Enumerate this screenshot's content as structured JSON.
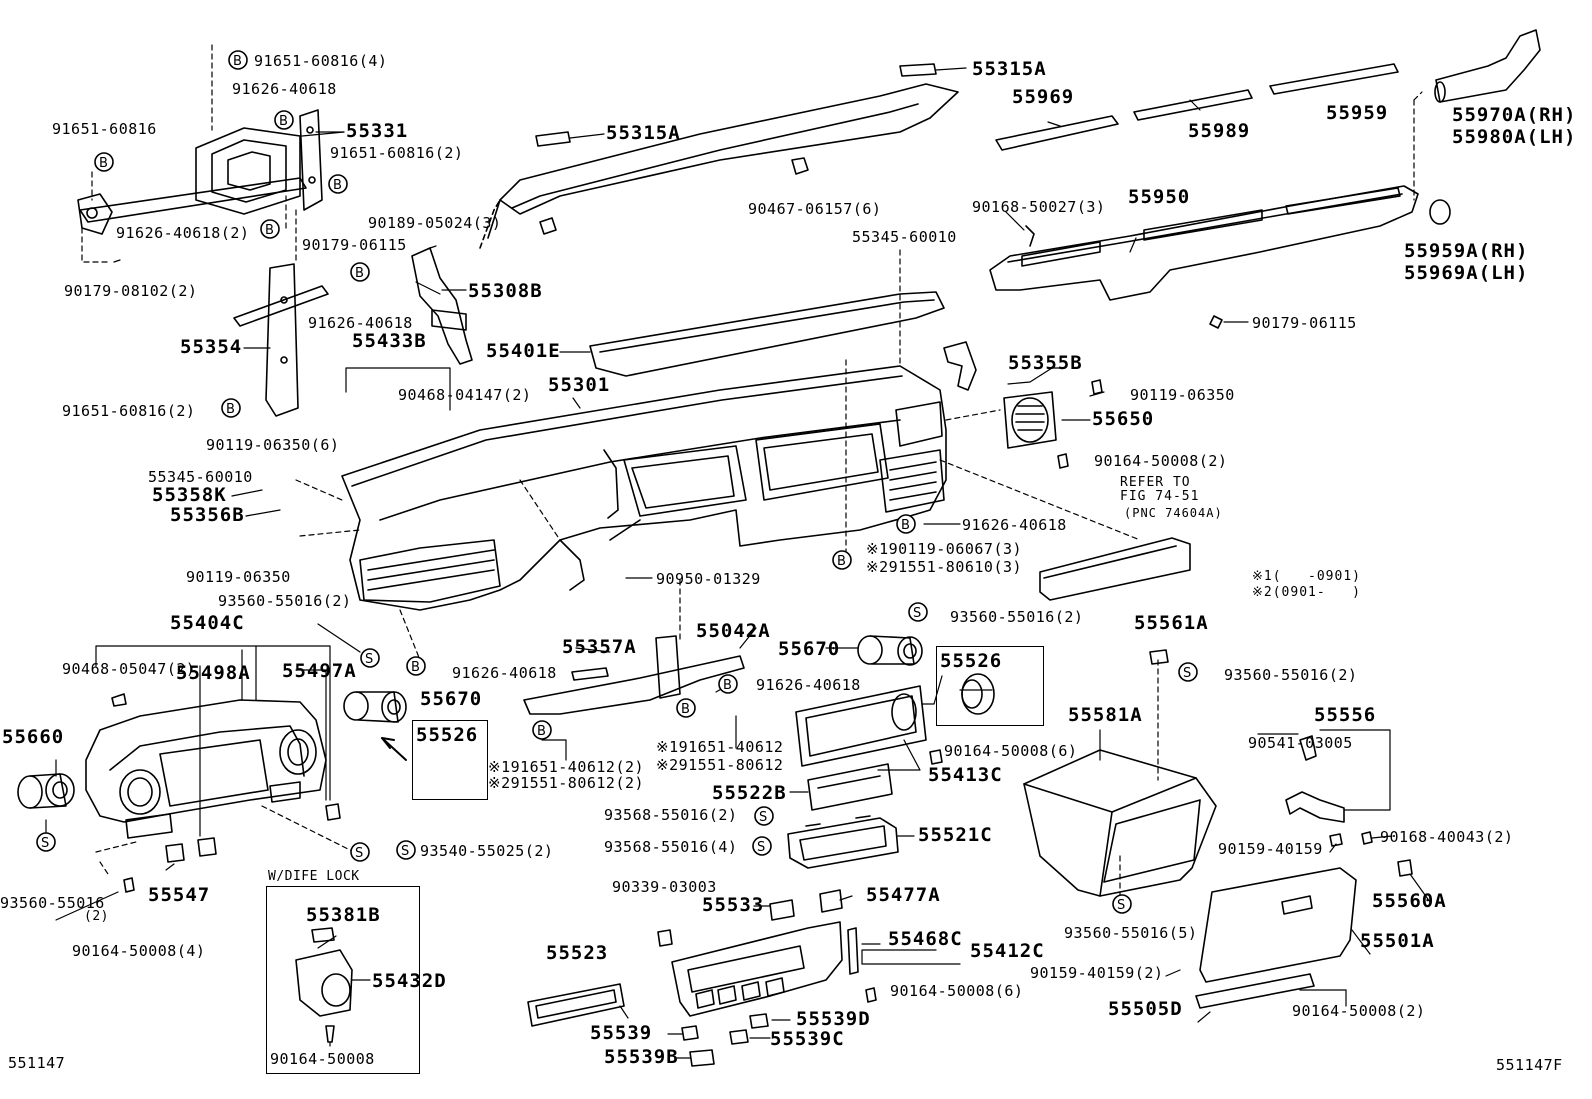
{
  "figure_ids": {
    "left": "551147",
    "right": "551147F"
  },
  "inset": {
    "title": "W/DIFE LOCK"
  },
  "notes": {
    "ref_line1": "REFER TO",
    "ref_line2": "FIG 74-51",
    "ref_line3": "(PNC 74604A)",
    "note1": "※1(   -0901)",
    "note2": "※2(0901-   )"
  },
  "parts": [
    {
      "text": "91651-60816(4)"
    },
    {
      "text": "91626-40618"
    },
    {
      "text": "91651-60816"
    },
    {
      "text": "55331"
    },
    {
      "text": "91651-60816(2)"
    },
    {
      "text": "91626-40618(2)"
    },
    {
      "text": "90179-08102(2)"
    },
    {
      "text": "90189-05024(3)"
    },
    {
      "text": "90179-06115"
    },
    {
      "text": "91626-40618"
    },
    {
      "text": "55308B"
    },
    {
      "text": "55354"
    },
    {
      "text": "55433B"
    },
    {
      "text": "91651-60816(2)"
    },
    {
      "text": "90468-04147(2)"
    },
    {
      "text": "90119-06350(6)"
    },
    {
      "text": "55301"
    },
    {
      "text": "55401E"
    },
    {
      "text": "55345-60010"
    },
    {
      "text": "55358K"
    },
    {
      "text": "55356B"
    },
    {
      "text": "90119-06350"
    },
    {
      "text": "93560-55016(2)"
    },
    {
      "text": "55404C"
    },
    {
      "text": "90468-05047(2)"
    },
    {
      "text": "55498A"
    },
    {
      "text": "55497A"
    },
    {
      "text": "55660"
    },
    {
      "text": "55670"
    },
    {
      "text": "55526"
    },
    {
      "text": "93560-55016"
    },
    {
      "text": "(2)"
    },
    {
      "text": "90164-50008(4)"
    },
    {
      "text": "55547"
    },
    {
      "text": "93540-55025(2)"
    },
    {
      "text": "55381B"
    },
    {
      "text": "55432D"
    },
    {
      "text": "90164-50008"
    },
    {
      "text": "55315A"
    },
    {
      "text": "55315A"
    },
    {
      "text": "90467-06157(6)"
    },
    {
      "text": "55345-60010"
    },
    {
      "text": "55969"
    },
    {
      "text": "55989"
    },
    {
      "text": "55959"
    },
    {
      "text": "55970A(RH)"
    },
    {
      "text": "55980A(LH)"
    },
    {
      "text": "90168-50027(3)"
    },
    {
      "text": "55950"
    },
    {
      "text": "55959A(RH)"
    },
    {
      "text": "55969A(LH)"
    },
    {
      "text": "90179-06115"
    },
    {
      "text": "55355B"
    },
    {
      "text": "90119-06350"
    },
    {
      "text": "55650"
    },
    {
      "text": "90164-50008(2)"
    },
    {
      "text": "91626-40618"
    },
    {
      "text": "※190119-06067(3)"
    },
    {
      "text": "※291551-80610(3)"
    },
    {
      "text": "90950-01329"
    },
    {
      "text": "91626-40618"
    },
    {
      "text": "55357A"
    },
    {
      "text": "55042A"
    },
    {
      "text": "91626-40618"
    },
    {
      "text": "※191651-40612"
    },
    {
      "text": "※291551-80612"
    },
    {
      "text": "※191651-40612(2)"
    },
    {
      "text": "※291551-80612(2)"
    },
    {
      "text": "55670"
    },
    {
      "text": "93560-55016(2)"
    },
    {
      "text": "55526"
    },
    {
      "text": "90164-50008(6)"
    },
    {
      "text": "55413C"
    },
    {
      "text": "55522B"
    },
    {
      "text": "93568-55016(2)"
    },
    {
      "text": "93568-55016(4)"
    },
    {
      "text": "55521C"
    },
    {
      "text": "90339-03003"
    },
    {
      "text": "55533"
    },
    {
      "text": "55477A"
    },
    {
      "text": "55523"
    },
    {
      "text": "55468C"
    },
    {
      "text": "55412C"
    },
    {
      "text": "90164-50008(6)"
    },
    {
      "text": "55539"
    },
    {
      "text": "55539D"
    },
    {
      "text": "55539C"
    },
    {
      "text": "55539B"
    },
    {
      "text": "55561A"
    },
    {
      "text": "93560-55016(2)"
    },
    {
      "text": "55581A"
    },
    {
      "text": "55556"
    },
    {
      "text": "90541-03005"
    },
    {
      "text": "90168-40043(2)"
    },
    {
      "text": "90159-40159"
    },
    {
      "text": "55560A"
    },
    {
      "text": "93560-55016(5)"
    },
    {
      "text": "55501A"
    },
    {
      "text": "90159-40159(2)"
    },
    {
      "text": "55505D"
    },
    {
      "text": "90164-50008(2)"
    }
  ]
}
